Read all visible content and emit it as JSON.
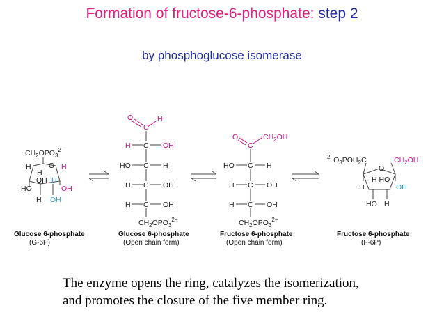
{
  "slide": {
    "title_main": "Formation of fructose-6-phosphate:",
    "title_step": "step 2",
    "subtitle": "by phosphoglucose isomerase",
    "caption_line1": "The enzyme opens the ring, catalyzes the isomerization,",
    "caption_line2": "and promotes the closure of the five member ring."
  },
  "colors": {
    "title": "#e01c7c",
    "accent": "#1f2aa0",
    "highlight": "#c0108a",
    "hydroxyl": "#2aa3d6"
  },
  "scheme": {
    "s1": {
      "name": "Glucose 6-phosphate",
      "sub": "(G-6P)",
      "ch2": "CH",
      "ch2sub": "2",
      "ch2rest": "OPO",
      "ch2sub2": "3",
      "ch2sup": "2−",
      "o": "O",
      "h_top_left": "H",
      "h_top_right": "H",
      "h_mid": "H",
      "oh_mid": "OH",
      "h_mid2": "H",
      "ho_left": "HO",
      "oh_right": "OH",
      "h_bottom": "H",
      "oh_bottom": "OH"
    },
    "s2": {
      "name": "Glucose 6-phosphate",
      "sub": "(Open chain form)",
      "o": "O",
      "h_ald": "H",
      "c1": "C",
      "r2_left": "H",
      "r2_c": "C",
      "r2_right": "OH",
      "r3_left": "HO",
      "r3_c": "C",
      "r3_right": "H",
      "r4_left": "H",
      "r4_c": "C",
      "r4_right": "OH",
      "r5_left": "H",
      "r5_c": "C",
      "r5_right": "OH",
      "ch2": "CH",
      "ch2sub": "2",
      "ch2rest": "OPO",
      "ch2sub2": "3",
      "ch2sup": "2−"
    },
    "s3": {
      "name": "Fructose 6-phosphate",
      "sub": "(Open chain form)",
      "o": "O",
      "c2": "C",
      "ch2oh_a": "CH",
      "ch2oh_sub": "2",
      "ch2oh_b": "OH",
      "r3_left": "HO",
      "r3_c": "C",
      "r3_right": "H",
      "r4_left": "H",
      "r4_c": "C",
      "r4_right": "OH",
      "r5_left": "H",
      "r5_c": "C",
      "r5_right": "OH",
      "ch2": "CH",
      "ch2sub": "2",
      "ch2rest": "OPO",
      "ch2sub2": "3",
      "ch2sup": "2−"
    },
    "s4": {
      "name": "Fructose 6-phosphate",
      "sub": "(F-6P)",
      "p_sup": "2−",
      "p_a": "O",
      "p_sub": "3",
      "p_b": "POH",
      "p_sub2": "2",
      "p_c": "C",
      "ch2oh_a": "CH",
      "ch2oh_sub": "2",
      "ch2oh_b": "OH",
      "o": "O",
      "h_ho": "H HO",
      "h_left": "H",
      "oh_right": "OH",
      "ho_bottom": "HO",
      "h_bottom": "H"
    }
  }
}
